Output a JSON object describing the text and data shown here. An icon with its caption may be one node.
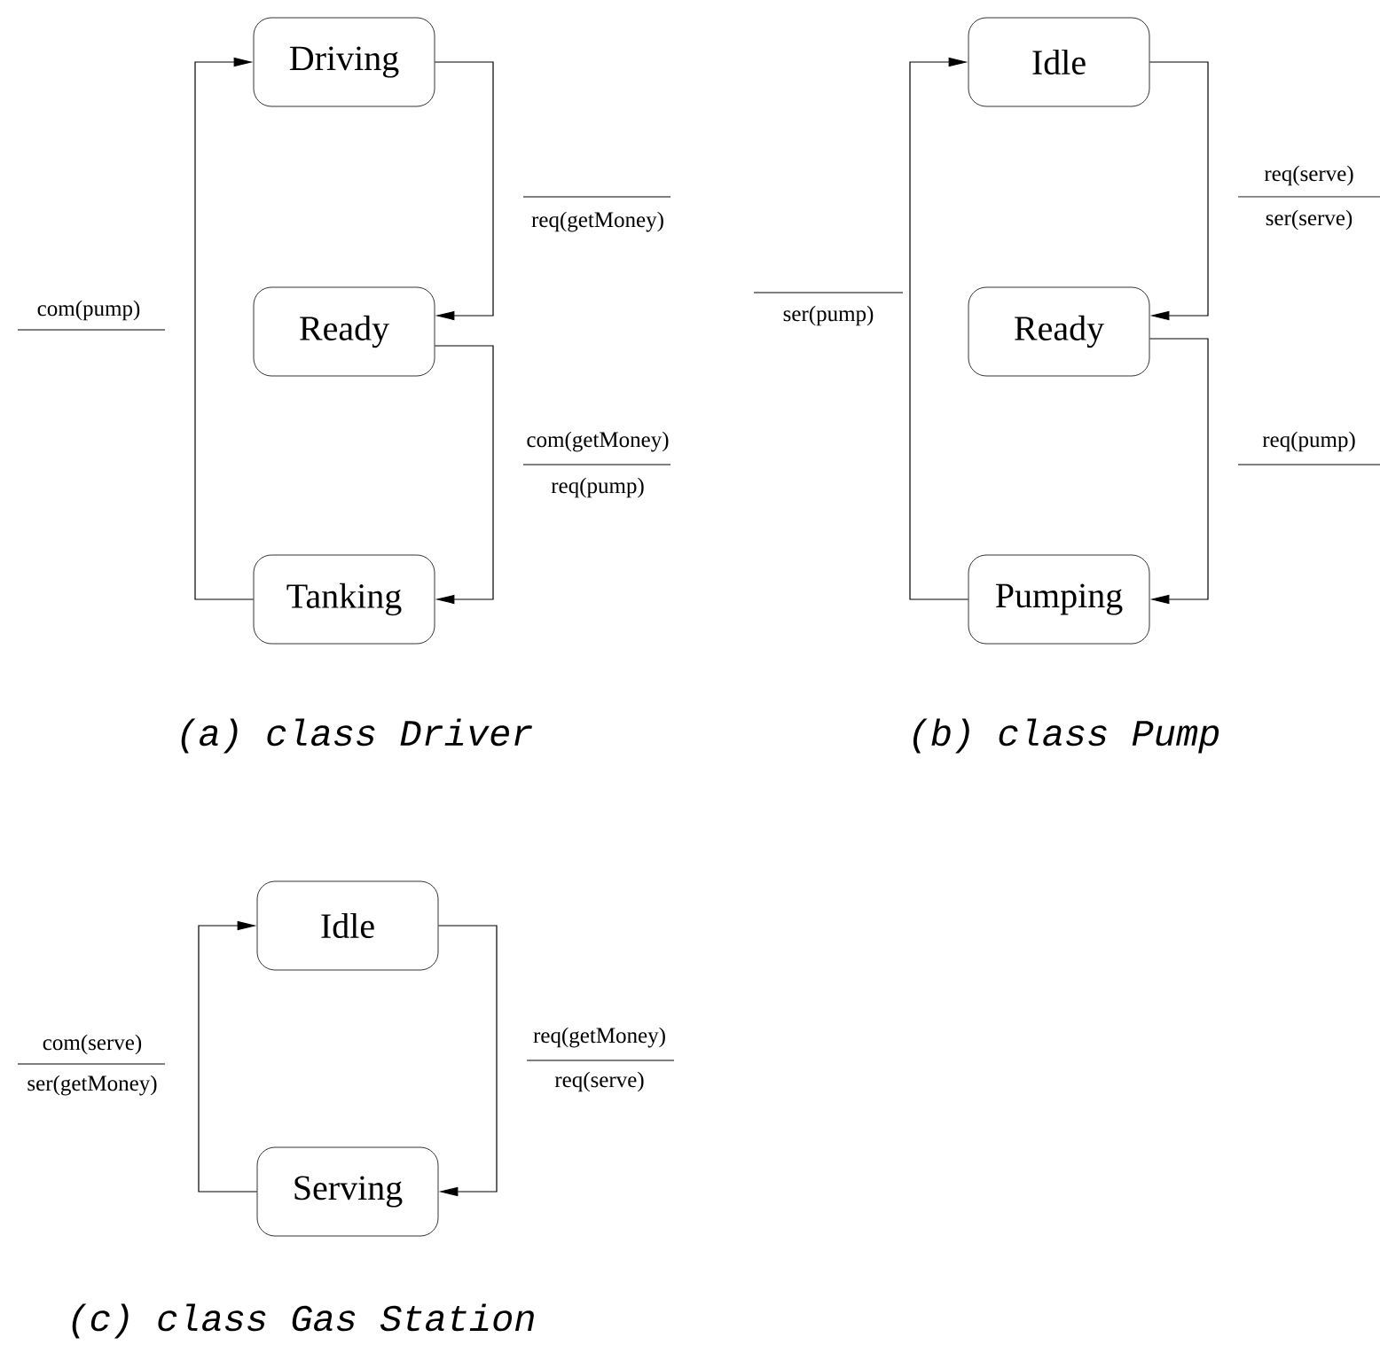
{
  "diagram": {
    "nodes": [
      {
        "text": [
          "Driving"
        ]
      },
      {
        "text": [
          "Ready"
        ]
      },
      {
        "text": [
          "Tanking"
        ]
      },
      {
        "text": [
          "Idle"
        ]
      },
      {
        "text": [
          "Ready"
        ]
      },
      {
        "text": [
          "Pumping"
        ]
      },
      {
        "text": [
          "Idle"
        ]
      },
      {
        "text": [
          "Serving"
        ]
      }
    ],
    "edges": [
      {
        "from": 0,
        "to": 1,
        "arrow": "to",
        "label": "req(getMoney)"
      },
      {
        "from": 1,
        "to": 2,
        "arrow": "to",
        "label": "com(getMoney)"
      },
      {
        "from": 2,
        "to": 0,
        "arrow": "to",
        "label": "com(pump)"
      },
      {
        "from": 3,
        "to": 4,
        "arrow": "to",
        "label": "req(serve)"
      },
      {
        "from": 4,
        "to": 5,
        "arrow": "to",
        "label": "req(pump)"
      },
      {
        "from": 5,
        "to": 3,
        "arrow": "to",
        "label": "ser(pump)"
      },
      {
        "from": 6,
        "to": 7,
        "arrow": "to",
        "label": "req(getMoney)"
      },
      {
        "from": 7,
        "to": 6,
        "arrow": "to",
        "label": "com(serve)"
      }
    ],
    "labels": [
      "req(pump)",
      "ser(serve)",
      "req(serve)",
      "ser(getMoney)",
      "(a) class Driver",
      "(b) class Pump",
      "(c) class Gas Station"
    ]
  }
}
